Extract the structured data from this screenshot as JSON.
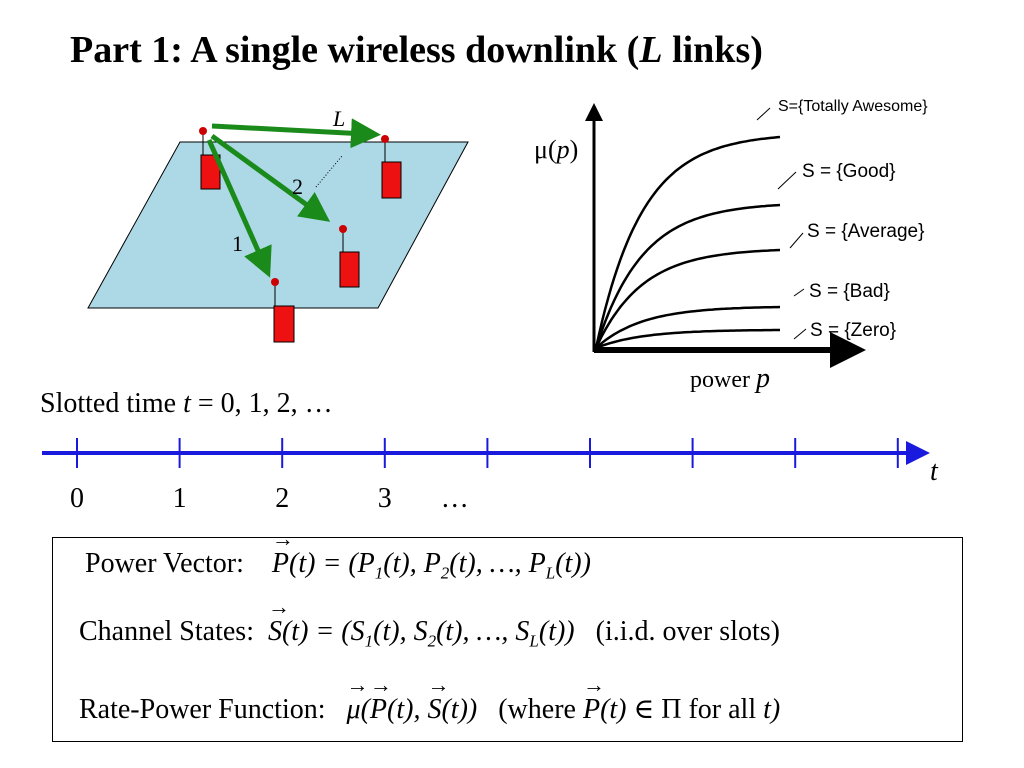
{
  "title": {
    "prefix": "Part 1: A single wireless downlink (",
    "var": "L",
    "suffix": " links)"
  },
  "network": {
    "link_labels": [
      "L",
      "2",
      "1"
    ],
    "colors": {
      "plane": "#add8e6",
      "arrow": "#1a8a1a",
      "receiver": "#ee1111",
      "node_dot": "#cc0000"
    }
  },
  "rate_chart": {
    "ylabel_mu": "μ(",
    "ylabel_p": "p",
    "ylabel_close": ")",
    "xlabel_word": "power ",
    "xlabel_p": "p",
    "curves": [
      {
        "label": "S={Totally Awesome}",
        "level": 1.0
      },
      {
        "label": "S = {Good}",
        "level": 0.73
      },
      {
        "label": "S = {Average}",
        "level": 0.53
      },
      {
        "label": "S = {Bad}",
        "level": 0.3
      },
      {
        "label": "S = {Zero}",
        "level": 0.0
      }
    ]
  },
  "timeline": {
    "label_text": "Slotted time ",
    "label_var": "t",
    "label_rest": " = 0, 1, 2, …",
    "ticks": [
      "0",
      "1",
      "2",
      "3",
      "…"
    ],
    "axis_var": "t",
    "tick_count": 9,
    "color": "#1a1adf"
  },
  "definitions": {
    "power_vector_label": "Power Vector:",
    "power_vector_rhs": "(t) = (P",
    "power_vector_rhs2": "(t), P",
    "power_vector_rhs3": "(t), …, P",
    "power_vector_rhs4": "(t))",
    "channel_label": "Channel States:",
    "channel_rhs": "(t) = (S",
    "channel_rhs2": "(t), S",
    "channel_rhs3": "(t), …, S",
    "channel_rhs4": "(t))",
    "channel_note": "(i.i.d. over slots)",
    "rate_label": "Rate-Power Function:",
    "rate_mu": "μ",
    "rate_open": "(",
    "rate_t1": "(t), ",
    "rate_t2": "(t))",
    "rate_where": "(where ",
    "rate_t3": "(t)",
    "rate_in": " ∈ Π for all ",
    "rate_tvar": "t)",
    "sub1": "1",
    "sub2": "2",
    "subL": "L",
    "P": "P",
    "S": "S"
  }
}
